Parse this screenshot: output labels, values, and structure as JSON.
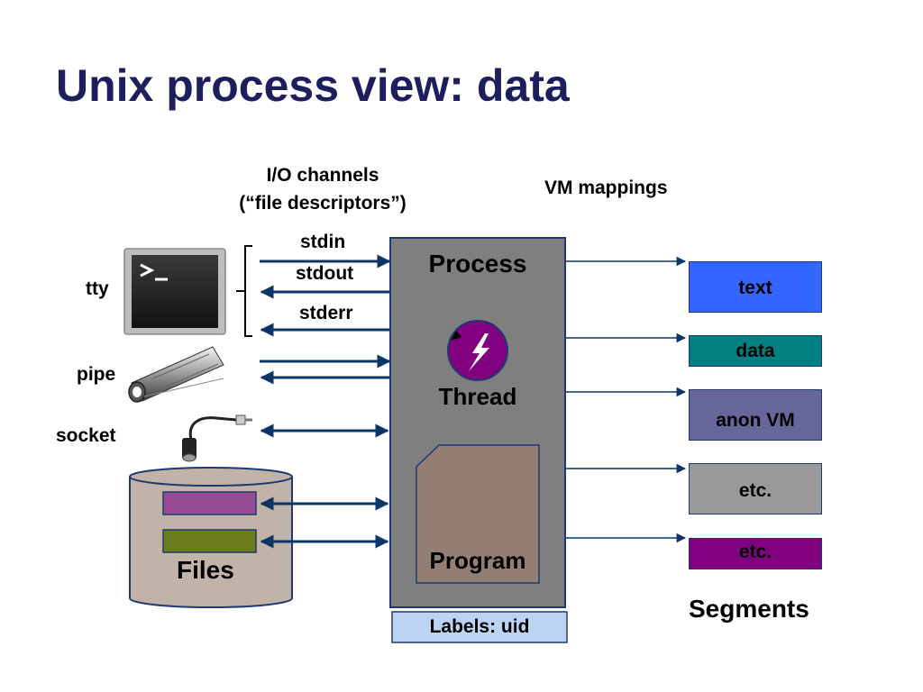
{
  "title": "Unix process view: data",
  "headers": {
    "io_line1": "I/O channels",
    "io_line2": "(“file descriptors”)",
    "vm": "VM mappings"
  },
  "sources": {
    "tty": "tty",
    "pipe": "pipe",
    "socket": "socket",
    "files": "Files"
  },
  "channels": {
    "stdin": "stdin",
    "stdout": "stdout",
    "stderr": "stderr"
  },
  "process": {
    "title": "Process",
    "thread": "Thread",
    "program": "Program",
    "labels": "Labels: uid"
  },
  "segments": {
    "caption": "Segments",
    "items": [
      {
        "label": "text",
        "color": "#3366ff"
      },
      {
        "label": "data",
        "color": "#008080"
      },
      {
        "label": "anon VM",
        "color": "#66669a"
      },
      {
        "label": "etc.",
        "color": "#999999"
      },
      {
        "label": "etc.",
        "color": "#800080"
      }
    ]
  },
  "icons": [
    "terminal-icon",
    "pipe-icon",
    "audio-plug-icon",
    "database-cylinder-icon",
    "lightning-icon"
  ],
  "colors": {
    "title": "#1c1f5c",
    "arrow": "#0b3566",
    "process_fill": "#7f7f7f",
    "program_fill": "#937e74",
    "thread_fill": "#800080",
    "files_fill": "#c2b3a8",
    "file_pink": "#944b94",
    "file_olive": "#6b7d1a",
    "labels_box": "#bcd4f2"
  }
}
